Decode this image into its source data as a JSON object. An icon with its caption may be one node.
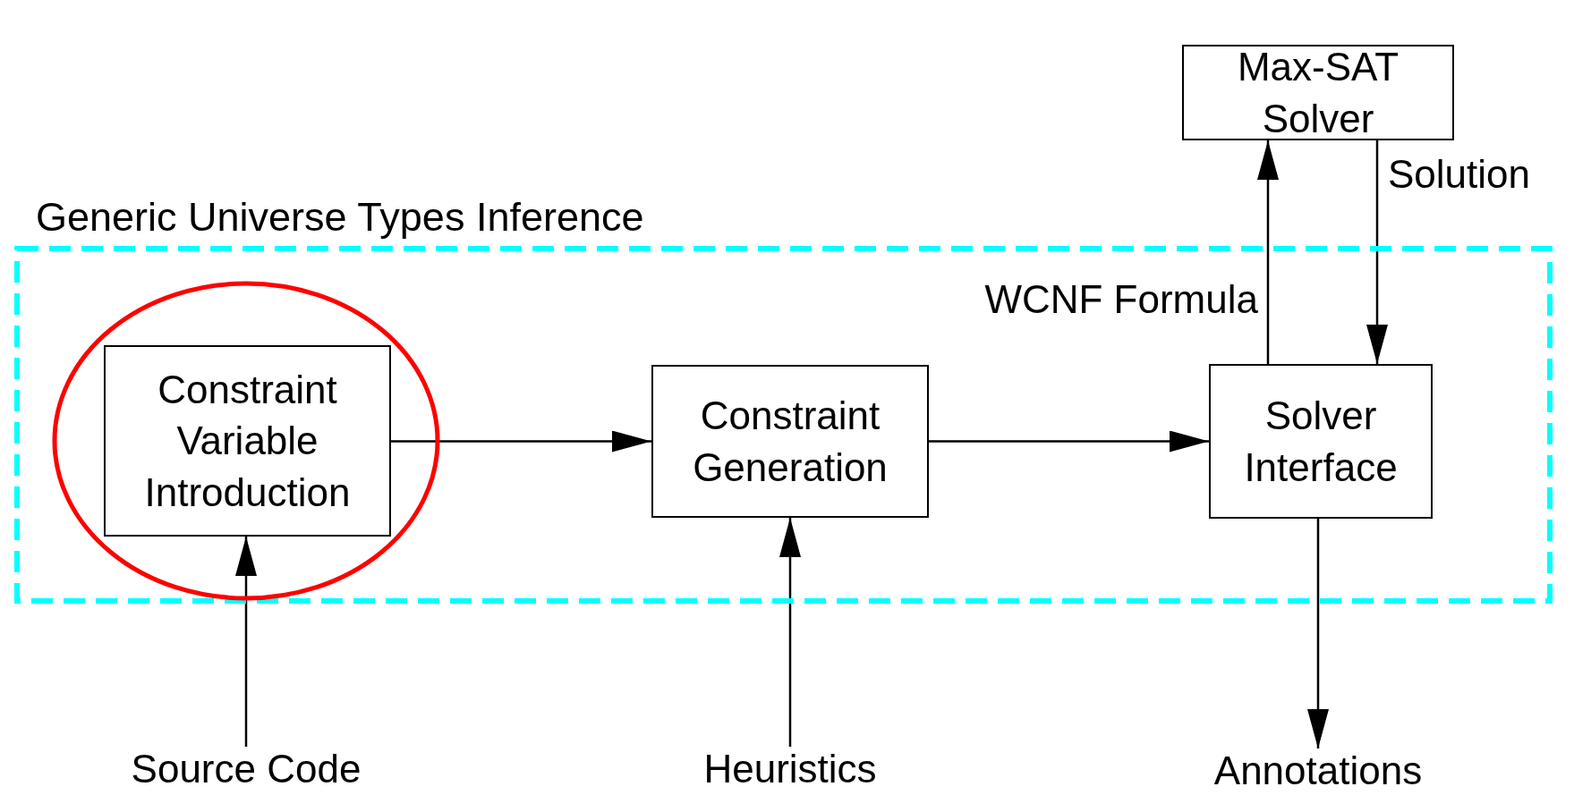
{
  "diagram": {
    "nodes": [
      {
        "text": [
          "Generic Universe Types Inference"
        ]
      },
      {
        "text": [],
        "shape": "circle",
        "in": 0
      },
      {
        "text": [
          "Constraint Variable Introduction"
        ],
        "in": 1
      },
      {
        "text": [
          "Constraint Generation"
        ],
        "in": 0
      },
      {
        "text": [
          "Solver Interface"
        ],
        "in": 0
      },
      {
        "text": [
          "Max-SAT Solver"
        ]
      },
      {
        "text": [
          "Source Code"
        ]
      },
      {
        "text": [
          "Heuristics"
        ]
      },
      {
        "text": [
          "Annotations"
        ]
      }
    ],
    "edges": [
      {
        "from": 2,
        "to": 3,
        "arrow": "to"
      },
      {
        "from": 3,
        "to": 4,
        "arrow": "to"
      },
      {
        "from": 4,
        "to": 5,
        "arrow": "to",
        "label": "WCNF Formula"
      },
      {
        "from": 5,
        "to": 4,
        "arrow": "to",
        "label": "Solution"
      },
      {
        "from": 6,
        "to": 2,
        "arrow": "to"
      },
      {
        "from": 7,
        "to": 3,
        "arrow": "to"
      },
      {
        "from": 4,
        "to": 8,
        "arrow": "to"
      }
    ]
  }
}
